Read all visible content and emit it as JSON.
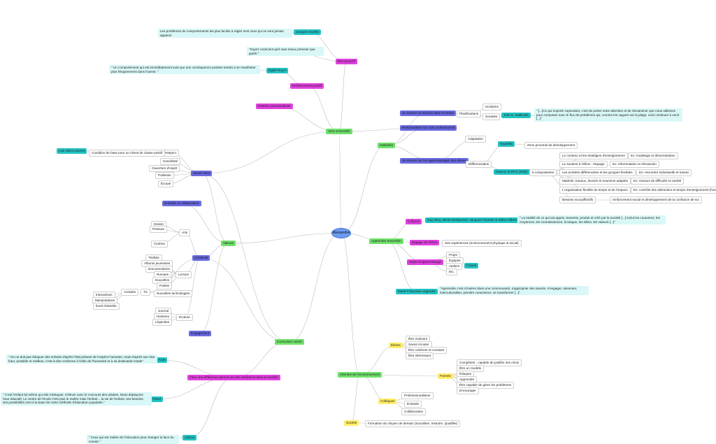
{
  "colors": {
    "center": "#6c9cf0",
    "green": "#6ee06a",
    "purple": "#6a6ae0",
    "magenta": "#e040e0",
    "yellow": "#ffee66",
    "teal": "#22c3c3",
    "note": "#d9f7f7",
    "line": "#bdbdbd"
  },
  "nodes": [
    {
      "id": "alexandre",
      "label": "Alexandre",
      "style": "center"
    },
    {
      "id": "vivre",
      "label": "Vivre ensemble",
      "style": "green"
    },
    {
      "id": "regles",
      "label": "Être proactif",
      "style": "magenta"
    },
    {
      "id": "kounin",
      "label": "Jacques Ouellet",
      "style": "teal"
    },
    {
      "id": "n_kounin",
      "label": "Les problèmes de comportements les plus faciles à régler sont ceux qui ne sont jamais apparus",
      "style": "note"
    },
    {
      "id": "n_mieux",
      "label": "\"Soyez conscient qu'il vaut mieux prévenir que guérir.\"",
      "style": "note"
    },
    {
      "id": "egide",
      "label": "Égide Royer",
      "style": "teal"
    },
    {
      "id": "n_egide",
      "label": "\" Un comportement qui est immédiatement suivi par une conséquence positive tendra à se manifester plus fréquemment dans l'avenir. \"",
      "style": "note"
    },
    {
      "id": "renforcement",
      "label": "Renforcement positif",
      "style": "magenta"
    },
    {
      "id": "relation",
      "label": "Relation personnalisée",
      "style": "magenta"
    },
    {
      "id": "habiletes",
      "label": "Habiletés",
      "style": "green"
    },
    {
      "id": "horizon",
      "label": "Se donner un horizon dans le temps",
      "style": "purple"
    },
    {
      "id": "planif",
      "label": "Planifications",
      "style": "plain"
    },
    {
      "id": "scolaires",
      "label": "Scolaires",
      "style": "plain"
    },
    {
      "id": "sociales",
      "label": "Sociales",
      "style": "plain"
    },
    {
      "id": "galbraith",
      "label": "John K. Galbraith",
      "style": "teal"
    },
    {
      "id": "n_galbraith",
      "label": "\" [...]Ce qui importe cependant, c'est de porter notre attention et de réexaminer que nous utilisions pour composer avec le flux de problèmes qui, comme les vagues sur la plage, voici continuer à venir [...]\"",
      "style": "note"
    },
    {
      "id": "personnaliser",
      "label": "Personnaliser son acte professionnel",
      "style": "purple"
    },
    {
      "id": "donner",
      "label": "Se donner sur les apprentissages des élèves",
      "style": "purple"
    },
    {
      "id": "adaptation",
      "label": "Adaptation",
      "style": "plain"
    },
    {
      "id": "differenciation",
      "label": "Différenciation",
      "style": "plain"
    },
    {
      "id": "vygotsky",
      "label": "Vygotsky",
      "style": "teal"
    },
    {
      "id": "zone",
      "label": "Zone proximal de développement",
      "style": "plain"
    },
    {
      "id": "heacox",
      "label": "Heacox et Rich (2000)",
      "style": "teal"
    },
    {
      "id": "composantes",
      "label": "6 composantes",
      "style": "plain"
    },
    {
      "id": "c1",
      "label": "Le contenu et les stratégies d'enseignement",
      "style": "plain"
    },
    {
      "id": "c1e",
      "label": "Ex: modelage et démonstration",
      "style": "plain"
    },
    {
      "id": "c2",
      "label": "Le soutient à l'élève : étayage",
      "style": "plain"
    },
    {
      "id": "c2e",
      "label": "Ex: reformulation et rétroaction",
      "style": "plain"
    },
    {
      "id": "c3",
      "label": "Les activités différenciées et les groupes flexibles",
      "style": "plain"
    },
    {
      "id": "c3e",
      "label": "Ex: rencontre individuelle et tutorat",
      "style": "plain"
    },
    {
      "id": "c4",
      "label": "Matériel, travaux, devoirs et examens adaptés",
      "style": "plain"
    },
    {
      "id": "c4e",
      "label": "Ex: niveaux de difficulté et variété",
      "style": "plain"
    },
    {
      "id": "c5",
      "label": "L'organisation flexible du temps et de l'espace",
      "style": "plain"
    },
    {
      "id": "c5e",
      "label": "Ex: contrôle des distraction et temps d'enseignement (horaire)",
      "style": "plain"
    },
    {
      "id": "c6",
      "label": "Besoins socioaffectifs",
      "style": "plain"
    },
    {
      "id": "c6e",
      "label": "renforcement social et développement de la confiance de soi",
      "style": "plain"
    },
    {
      "id": "savoir",
      "label": "Savoir-vivre",
      "style": "purple"
    },
    {
      "id": "respect",
      "label": "Respect",
      "style": "plain"
    },
    {
      "id": "honnetete",
      "label": "Honnêteté",
      "style": "plain"
    },
    {
      "id": "ouverture",
      "label": "Ouverture d'esprit",
      "style": "plain"
    },
    {
      "id": "politesse",
      "label": "Politesse",
      "style": "plain"
    },
    {
      "id": "ecoute",
      "label": "Écoute",
      "style": "plain"
    },
    {
      "id": "condition",
      "label": "Condition de base pour un climat de classe positif",
      "style": "plain"
    },
    {
      "id": "lise",
      "label": "Lise Saint-Laurent",
      "style": "teal"
    },
    {
      "id": "valeurs",
      "label": "Valeurs",
      "style": "green"
    },
    {
      "id": "entraide",
      "label": "Entraide et collaboration",
      "style": "purple"
    },
    {
      "id": "creativite",
      "label": "Créativité",
      "style": "purple"
    },
    {
      "id": "engagement",
      "label": "Engagement",
      "style": "purple"
    },
    {
      "id": "arts",
      "label": "Arts",
      "style": "plain"
    },
    {
      "id": "dessin",
      "label": "Dessin",
      "style": "plain"
    },
    {
      "id": "peinture",
      "label": "Peinture",
      "style": "plain"
    },
    {
      "id": "cinema",
      "label": "Cinéma",
      "style": "plain"
    },
    {
      "id": "lecture",
      "label": "Lecture",
      "style": "plain"
    },
    {
      "id": "theatre",
      "label": "Théâtre",
      "style": "plain"
    },
    {
      "id": "albums",
      "label": "Albums jeunesses",
      "style": "plain"
    },
    {
      "id": "documentaires",
      "label": "Documentaires",
      "style": "plain"
    },
    {
      "id": "romans",
      "label": "Romans",
      "style": "plain"
    },
    {
      "id": "nouvelles",
      "label": "Nouvelles",
      "style": "plain"
    },
    {
      "id": "poesie",
      "label": "Poésie",
      "style": "plain"
    },
    {
      "id": "tic",
      "label": "Tic",
      "style": "plain"
    },
    {
      "id": "activites",
      "label": "Activités",
      "style": "plain"
    },
    {
      "id": "nouvtech",
      "label": "Nouvelles technologies",
      "style": "plain"
    },
    {
      "id": "interactives",
      "label": "Interactives",
      "style": "plain"
    },
    {
      "id": "manipulations",
      "label": "Manipulations",
      "style": "plain"
    },
    {
      "id": "eveil",
      "label": "Éveil d'intérêts",
      "style": "plain"
    },
    {
      "id": "ecriture",
      "label": "Écriture",
      "style": "plain"
    },
    {
      "id": "journal",
      "label": "Journal",
      "style": "plain"
    },
    {
      "id": "histoires",
      "label": "Histoires",
      "style": "plain"
    },
    {
      "id": "legendes",
      "label": "Légendes",
      "style": "plain"
    },
    {
      "id": "apprendre",
      "label": "Apprendre ensemble",
      "style": "green"
    },
    {
      "id": "cultures",
      "label": "Cultures",
      "style": "magenta"
    },
    {
      "id": "auteurs",
      "label": "Guy Dery, Denis Deslauriers, Jacques Fournier & Gilles Gilbert",
      "style": "teal"
    },
    {
      "id": "n_auteurs",
      "label": "\" La totalité de ce qui est appris, transmis, produit et créé par la société [...] inclut les coutumes, les croyances, les connaissances, la langue, les idées, les valeurs [...]\"",
      "style": "note"
    },
    {
      "id": "bagage",
      "label": "Bagage de l'élève",
      "style": "magenta"
    },
    {
      "id": "experiences",
      "label": "Ses expériences (environnement physique & social)",
      "style": "plain"
    },
    {
      "id": "styles",
      "label": "Styles d'apprentissage",
      "style": "magenta"
    },
    {
      "id": "projet",
      "label": "Projet",
      "style": "plain"
    },
    {
      "id": "equipes",
      "label": "Équipes",
      "style": "plain"
    },
    {
      "id": "ateliers",
      "label": "Ateliers",
      "style": "plain"
    },
    {
      "id": "etc",
      "label": "Etc.",
      "style": "plain"
    },
    {
      "id": "freinet",
      "label": "Freinet",
      "style": "teal"
    },
    {
      "id": "legendre",
      "label": "Marie-Françoise Legendre",
      "style": "teal"
    },
    {
      "id": "n_legendre",
      "label": "\"Apprendre c'est s'insérer dans une communauté, s'approprier des savoirs, s'engager, raisonner, interculturaliser, prendre conscience, se transformer [...]\"",
      "style": "note"
    },
    {
      "id": "curriculum",
      "label": "Curriculum caché",
      "style": "green"
    },
    {
      "id": "difference",
      "label": "Faire une différence dans la vie des enfants et dans la société.",
      "style": "magenta"
    },
    {
      "id": "kant",
      "label": "Kant",
      "style": "teal"
    },
    {
      "id": "n_kant",
      "label": "\" On ne doit pas éduquer des enfants d'après l'état présent de l'espèce humaine, mais d'après son état futur, possible et meilleur, c'est-à-dire conforme à l'idée de l'humanité et à sa destination totale\"",
      "style": "note"
    },
    {
      "id": "freinet2",
      "label": "Freinet",
      "style": "teal"
    },
    {
      "id": "n_freinet2",
      "label": "\" C'est l'enfant lui-même qui doit s'éduquer, s'élever avec le concours des adultes. Nous déplaçons l'axe éducatif, Le centre de l'école n'est plus le maître mais l'enfant... la vie de l'enfant, ses besoins, ses possibilités sont à la base de notre méthode d'éducation populaire.\"",
      "style": "note"
    },
    {
      "id": "lebrun",
      "label": "Lebrun",
      "style": "teal"
    },
    {
      "id": "n_lebrun",
      "label": "\" Ceux qui est maître de l'éducation peut changer la face du monde \"",
      "style": "note"
    },
    {
      "id": "attentes",
      "label": "Attentes de l'environnement",
      "style": "green"
    },
    {
      "id": "eleves",
      "label": "Élèves",
      "style": "yellow"
    },
    {
      "id": "e1",
      "label": "Être motivant",
      "style": "plain"
    },
    {
      "id": "e2",
      "label": "Savoir écouter",
      "style": "plain"
    },
    {
      "id": "e3",
      "label": "Être cohérent et constant",
      "style": "plain"
    },
    {
      "id": "e4",
      "label": "Être intéressant",
      "style": "plain"
    },
    {
      "id": "parents",
      "label": "Parents",
      "style": "yellow"
    },
    {
      "id": "p1",
      "label": "Compétent : capable de justifier ses choix",
      "style": "plain"
    },
    {
      "id": "p2",
      "label": "Être un modèle",
      "style": "plain"
    },
    {
      "id": "p3",
      "label": "Éduquer",
      "style": "plain"
    },
    {
      "id": "p4",
      "label": "Apprendre",
      "style": "plain"
    },
    {
      "id": "p5",
      "label": "Être capable de gérer les problèmes",
      "style": "plain"
    },
    {
      "id": "p6",
      "label": "Encourager",
      "style": "plain"
    },
    {
      "id": "collegues",
      "label": "Collègues",
      "style": "yellow"
    },
    {
      "id": "g1",
      "label": "Professionnalisme",
      "style": "plain"
    },
    {
      "id": "g2",
      "label": "Entraide",
      "style": "plain"
    },
    {
      "id": "g3",
      "label": "Collaboration",
      "style": "plain"
    },
    {
      "id": "societe",
      "label": "Société",
      "style": "yellow"
    },
    {
      "id": "s1",
      "label": "Formation du citoyen de demain (Socialiser, Instruire, Qualifier)",
      "style": "plain"
    }
  ],
  "links": [
    [
      "alexandre",
      "vivre"
    ],
    [
      "alexandre",
      "habiletes"
    ],
    [
      "alexandre",
      "valeurs"
    ],
    [
      "alexandre",
      "apprendre"
    ],
    [
      "alexandre",
      "curriculum"
    ],
    [
      "alexandre",
      "attentes"
    ],
    [
      "vivre",
      "regles"
    ],
    [
      "regles",
      "kounin"
    ],
    [
      "regles",
      "n_mieux"
    ],
    [
      "kounin",
      "n_kounin"
    ],
    [
      "vivre",
      "renforcement"
    ],
    [
      "renforcement",
      "egide"
    ],
    [
      "egide",
      "n_egide"
    ],
    [
      "vivre",
      "relation"
    ],
    [
      "vivre",
      "savoir"
    ],
    [
      "habiletes",
      "horizon"
    ],
    [
      "habiletes",
      "personnaliser"
    ],
    [
      "habiletes",
      "donner"
    ],
    [
      "horizon",
      "planif"
    ],
    [
      "planif",
      "scolaires"
    ],
    [
      "planif",
      "sociales"
    ],
    [
      "sociales",
      "galbraith"
    ],
    [
      "galbraith",
      "n_galbraith"
    ],
    [
      "donner",
      "adaptation"
    ],
    [
      "donner",
      "differenciation"
    ],
    [
      "differenciation",
      "vygotsky"
    ],
    [
      "vygotsky",
      "zone"
    ],
    [
      "differenciation",
      "heacox"
    ],
    [
      "heacox",
      "composantes"
    ],
    [
      "composantes",
      "c1"
    ],
    [
      "composantes",
      "c2"
    ],
    [
      "composantes",
      "c3"
    ],
    [
      "composantes",
      "c4"
    ],
    [
      "composantes",
      "c5"
    ],
    [
      "composantes",
      "c6"
    ],
    [
      "c1",
      "c1e"
    ],
    [
      "c2",
      "c2e"
    ],
    [
      "c3",
      "c3e"
    ],
    [
      "c4",
      "c4e"
    ],
    [
      "c5",
      "c5e"
    ],
    [
      "c6",
      "c6e"
    ],
    [
      "savoir",
      "respect"
    ],
    [
      "savoir",
      "honnetete"
    ],
    [
      "savoir",
      "ouverture"
    ],
    [
      "savoir",
      "politesse"
    ],
    [
      "savoir",
      "ecoute"
    ],
    [
      "respect",
      "condition"
    ],
    [
      "condition",
      "lise"
    ],
    [
      "valeurs",
      "savoir"
    ],
    [
      "valeurs",
      "entraide"
    ],
    [
      "valeurs",
      "creativite"
    ],
    [
      "valeurs",
      "engagement"
    ],
    [
      "creativite",
      "arts"
    ],
    [
      "arts",
      "dessin"
    ],
    [
      "arts",
      "peinture"
    ],
    [
      "arts",
      "cinema"
    ],
    [
      "creativite",
      "lecture"
    ],
    [
      "lecture",
      "theatre"
    ],
    [
      "lecture",
      "albums"
    ],
    [
      "lecture",
      "documentaires"
    ],
    [
      "lecture",
      "romans"
    ],
    [
      "lecture",
      "nouvelles"
    ],
    [
      "lecture",
      "poesie"
    ],
    [
      "creativite",
      "tic"
    ],
    [
      "tic",
      "activites"
    ],
    [
      "tic",
      "nouvtech"
    ],
    [
      "activites",
      "interactives"
    ],
    [
      "activites",
      "manipulations"
    ],
    [
      "activites",
      "eveil"
    ],
    [
      "creativite",
      "ecriture"
    ],
    [
      "ecriture",
      "journal"
    ],
    [
      "ecriture",
      "histoires"
    ],
    [
      "ecriture",
      "legendes"
    ],
    [
      "apprendre",
      "cultures"
    ],
    [
      "cultures",
      "auteurs"
    ],
    [
      "auteurs",
      "n_auteurs"
    ],
    [
      "apprendre",
      "bagage"
    ],
    [
      "bagage",
      "experiences"
    ],
    [
      "apprendre",
      "styles"
    ],
    [
      "styles",
      "projet"
    ],
    [
      "styles",
      "equipes"
    ],
    [
      "styles",
      "ateliers"
    ],
    [
      "styles",
      "etc"
    ],
    [
      "ateliers",
      "freinet"
    ],
    [
      "apprendre",
      "legendre"
    ],
    [
      "legendre",
      "n_legendre"
    ],
    [
      "curriculum",
      "difference"
    ],
    [
      "difference",
      "kant"
    ],
    [
      "kant",
      "n_kant"
    ],
    [
      "difference",
      "freinet2"
    ],
    [
      "freinet2",
      "n_freinet2"
    ],
    [
      "difference",
      "lebrun"
    ],
    [
      "lebrun",
      "n_lebrun"
    ],
    [
      "attentes",
      "eleves"
    ],
    [
      "eleves",
      "e1"
    ],
    [
      "eleves",
      "e2"
    ],
    [
      "eleves",
      "e3"
    ],
    [
      "eleves",
      "e4"
    ],
    [
      "attentes",
      "parents"
    ],
    [
      "parents",
      "p1"
    ],
    [
      "parents",
      "p2"
    ],
    [
      "parents",
      "p3"
    ],
    [
      "parents",
      "p4"
    ],
    [
      "parents",
      "p5"
    ],
    [
      "parents",
      "p6"
    ],
    [
      "attentes",
      "collegues"
    ],
    [
      "collegues",
      "g1"
    ],
    [
      "collegues",
      "g2"
    ],
    [
      "collegues",
      "g3"
    ],
    [
      "attentes",
      "societe"
    ],
    [
      "societe",
      "s1"
    ],
    [
      "curriculum",
      "savoir"
    ],
    [
      "curriculum",
      "creativite"
    ],
    [
      "personnaliser",
      "vivre"
    ]
  ]
}
